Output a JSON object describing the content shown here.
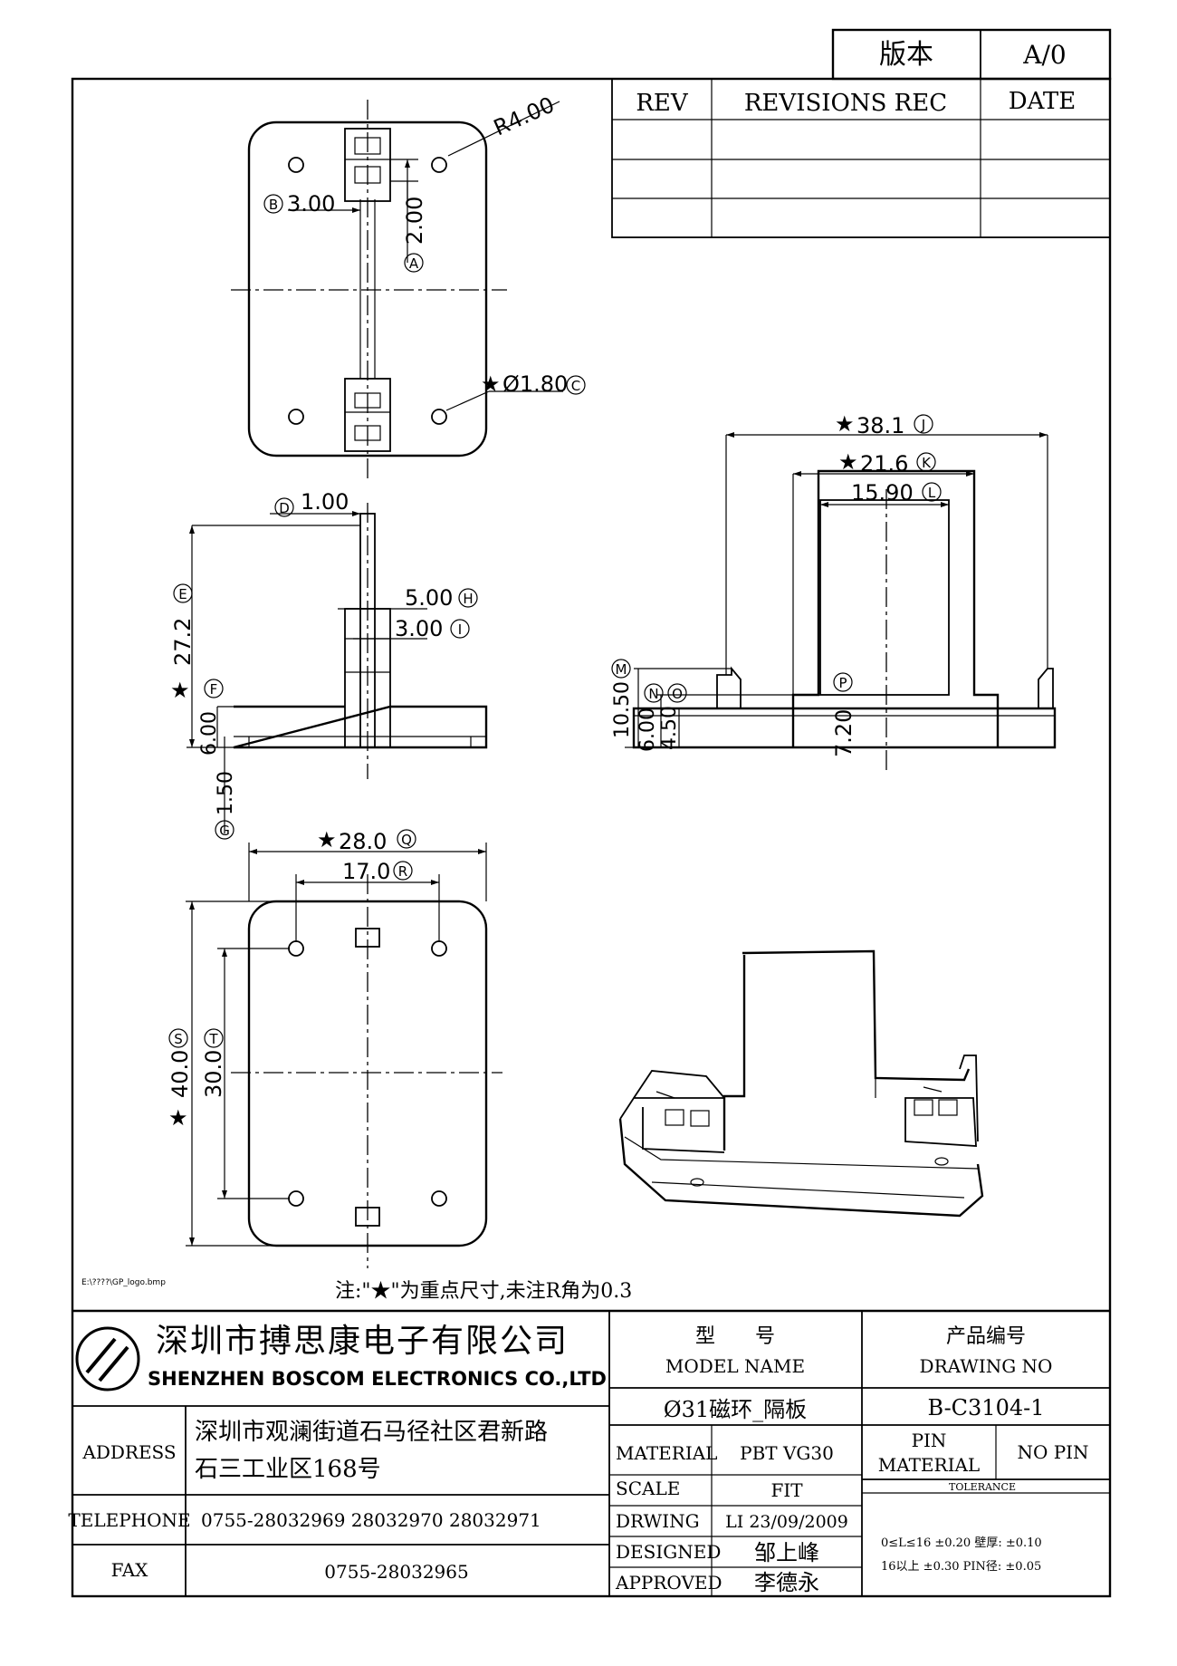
{
  "version_box": {
    "label": "版本",
    "value": "A/0"
  },
  "revision_table": {
    "headers": [
      "REV",
      "REVISIONS REC",
      "DATE"
    ],
    "rows": [
      [
        "",
        "",
        ""
      ],
      [
        "",
        "",
        ""
      ],
      [
        "",
        "",
        ""
      ]
    ]
  },
  "top_view": {
    "dims": {
      "corner_radius": "R4.00",
      "b_label": "B",
      "b_value": "3.00",
      "a_label": "A",
      "a_value": "2.00",
      "hole_star": "★",
      "hole_value": "Ø1.80",
      "hole_label": "C"
    }
  },
  "side_view": {
    "dims": {
      "d_label": "D",
      "d_value": "1.00",
      "e_label": "E",
      "e_star": "★",
      "e_value": "27.2",
      "f_label": "F",
      "f_value": "6.00",
      "g_label": "G",
      "g_value": "1.50",
      "h_label": "H",
      "h_value": "5.00",
      "i_label": "I",
      "i_value": "3.00"
    }
  },
  "front_view": {
    "dims": {
      "j_star": "★",
      "j_value": "38.1",
      "j_label": "J",
      "k_star": "★",
      "k_value": "21.6",
      "k_label": "K",
      "l_value": "15.90",
      "l_label": "L",
      "m_label": "M",
      "m_value": "10.50",
      "n_label": "N",
      "n_value": "6.00",
      "o_label": "O",
      "o_value": "4.50",
      "p_label": "P",
      "p_value": "7.20"
    }
  },
  "bottom_view": {
    "dims": {
      "q_star": "★",
      "q_value": "28.0",
      "q_label": "Q",
      "r_value": "17.0",
      "r_label": "R",
      "s_label": "S",
      "s_star": "★",
      "s_value": "40.0",
      "t_label": "T",
      "t_value": "30.0"
    }
  },
  "file_path": "E:\\????\\GP_logo.bmp",
  "note": "注:\"★\"为重点尺寸,未注R角为0.3",
  "title_block": {
    "company_cn": "深圳市搏思康电子有限公司",
    "company_en": "SHENZHEN BOSCOM ELECTRONICS CO.,LTD",
    "model_label_cn": "型　　号",
    "model_label_en": "MODEL NAME",
    "drawing_no_label_cn": "产品编号",
    "drawing_no_label_en": "DRAWING NO",
    "model_value": "Ø31磁环_隔板",
    "drawing_no_value": "B-C3104-1",
    "address_label": "ADDRESS",
    "address_line1": "深圳市观澜街道石马径社区君新路",
    "address_line2": "石三工业区168号",
    "telephone_label": "TELEPHONE",
    "telephone_value": "0755-28032969 28032970 28032971",
    "fax_label": "FAX",
    "fax_value": "0755-28032965",
    "material_label": "MATERIAL",
    "material_value": "PBT VG30",
    "scale_label": "SCALE",
    "scale_value": "FIT",
    "drawing_label": "DRWING",
    "drawing_value": "LI 23/09/2009",
    "designed_label": "DESIGNED",
    "designed_value": "邹上峰",
    "approved_label": "APPROVED",
    "approved_value": "李德永",
    "pin_label": "PIN",
    "pin_material_label": "MATERIAL",
    "pin_value": "NO PIN",
    "tolerance_label": "TOLERANCE",
    "tolerance_line1": "0≤L≤16 ±0.20  壁厚: ±0.10",
    "tolerance_line2": "16以上   ±0.30  PIN径: ±0.05"
  }
}
